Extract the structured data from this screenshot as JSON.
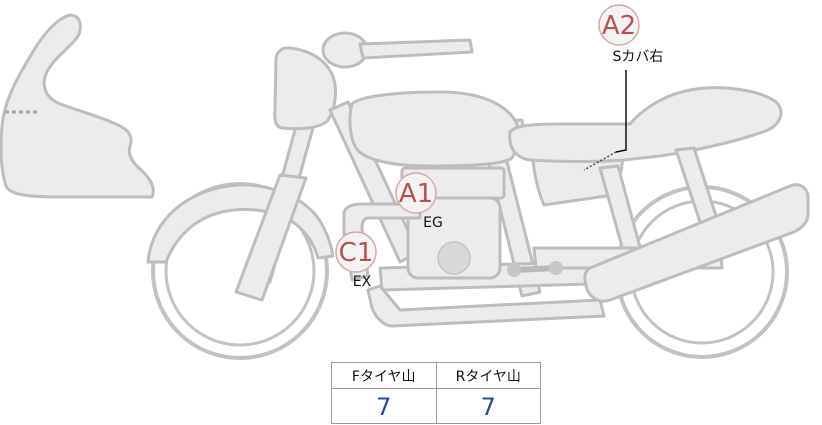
{
  "markers": [
    {
      "code": "A2",
      "label": "Sカバ右"
    },
    {
      "code": "A1",
      "label": "EG"
    },
    {
      "code": "C1",
      "label": "EX"
    }
  ],
  "tread_table": {
    "front_header": "Fタイヤ山",
    "rear_header": "Rタイヤ山",
    "front_value": "7",
    "rear_value": "7"
  },
  "colors": {
    "part_fill": "#ececec",
    "part_outline": "#bdbdbd",
    "marker_code": "#b85252",
    "tread_value": "#2a4b8d"
  }
}
